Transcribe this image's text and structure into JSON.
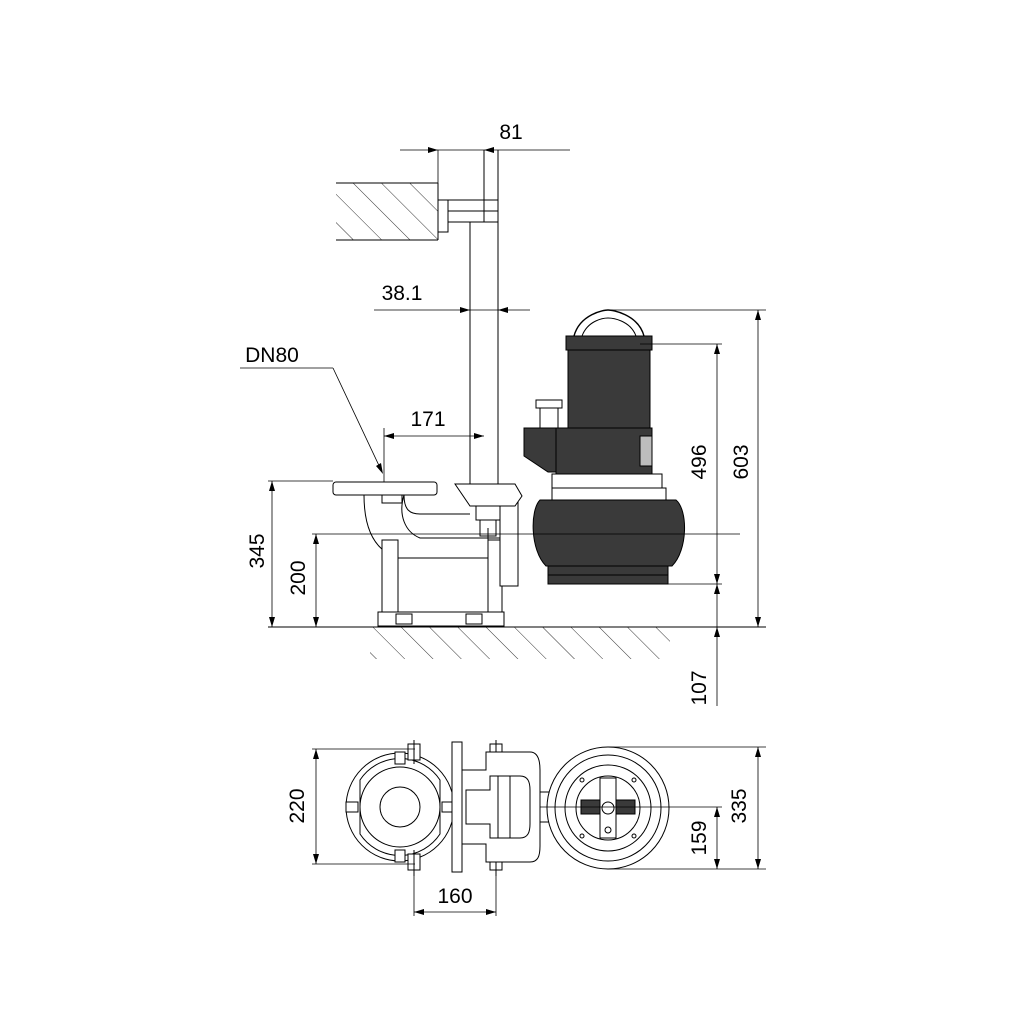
{
  "dimensions": {
    "wall_offset": "81",
    "guide_pipe": "38.1",
    "discharge_size": "DN80",
    "pipe_to_flange": "171",
    "height_flange": "345",
    "height_outlet": "200",
    "pump_body": "496",
    "total_height": "603",
    "base_depth": "107",
    "foot_width": "220",
    "foot_spacing": "160",
    "pump_diameter": "335",
    "axis_offset": "159"
  },
  "colors": {
    "line": "#000000",
    "motor_fill": "#3a3a3a",
    "housing_fill": "#bdbdbd",
    "background": "#ffffff"
  }
}
